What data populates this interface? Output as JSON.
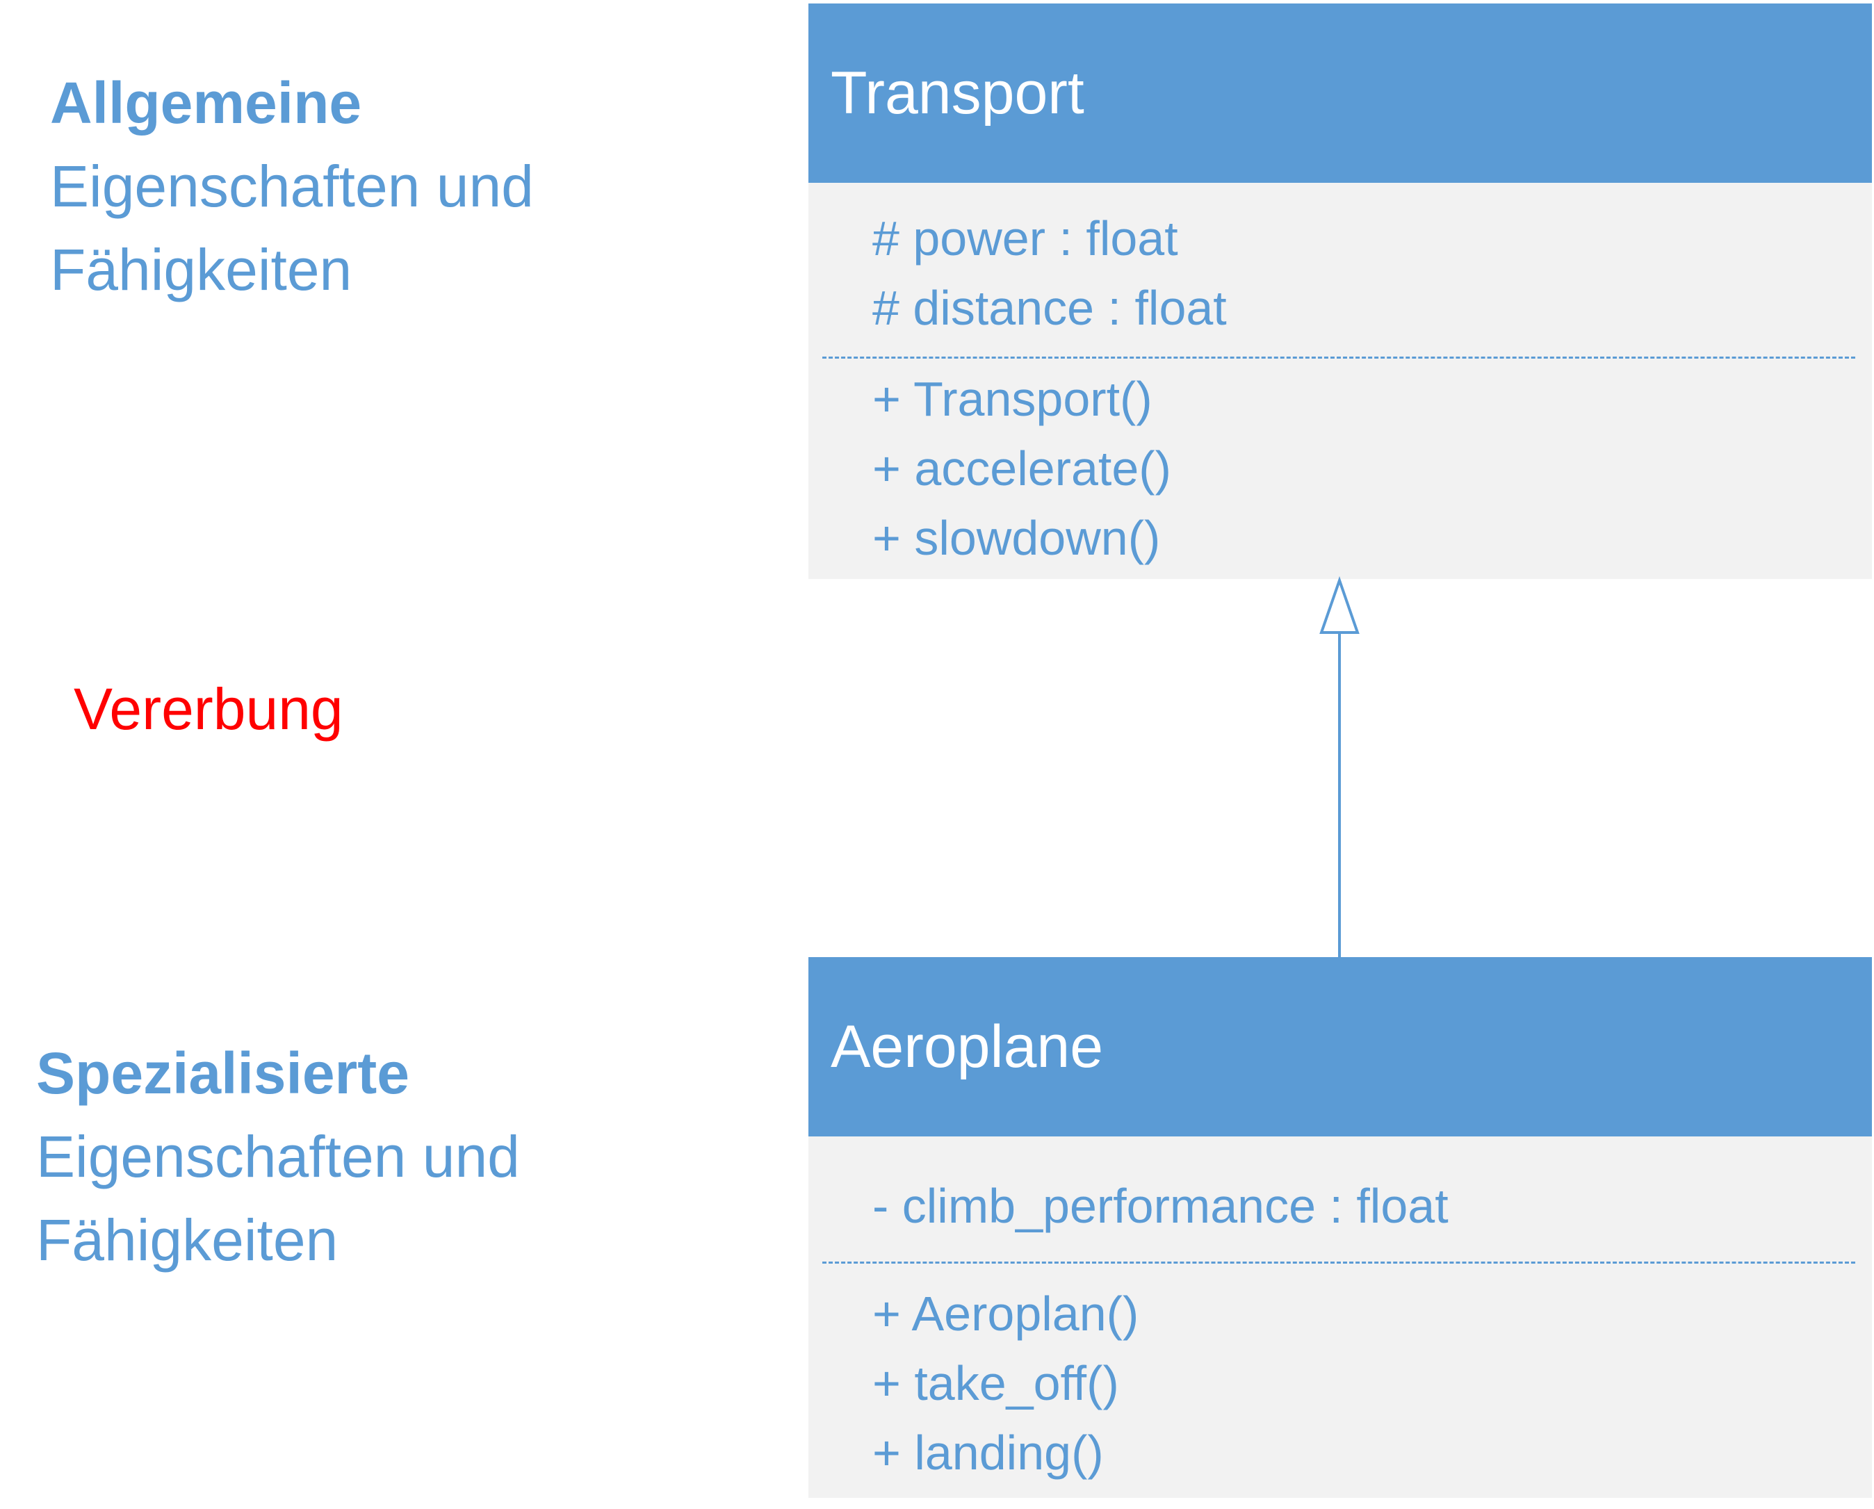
{
  "labels": {
    "general": {
      "heading": "Allgemeine",
      "line1": "Eigenschaften und",
      "line2": "Fähigkeiten"
    },
    "inheritance": "Vererbung",
    "special": {
      "heading": "Spezialisierte",
      "line1": "Eigenschaften und",
      "line2": "Fähigkeiten"
    }
  },
  "classes": {
    "transport": {
      "name": "Transport",
      "attributes": [
        "# power : float",
        "# distance : float"
      ],
      "methods": [
        "+ Transport()",
        "+ accelerate()",
        "+ slowdown()"
      ]
    },
    "aeroplane": {
      "name": "Aeroplane",
      "attributes": [
        "- climb_performance : float"
      ],
      "methods": [
        "+ Aeroplan()",
        "+ take_off()",
        "+ landing()"
      ]
    }
  },
  "colors": {
    "accent": "#5b9bd5",
    "box_fill": "#f2f2f2",
    "inheritance_label": "#ff0000",
    "header_text": "#ffffff"
  }
}
